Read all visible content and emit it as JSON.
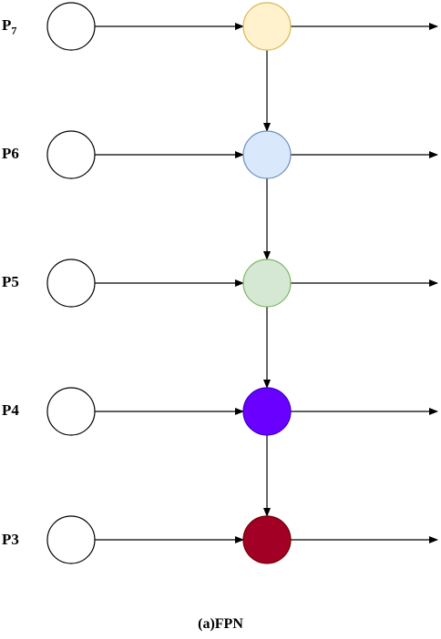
{
  "levels": [
    {
      "label": "P",
      "subscript": "7",
      "node_color": "#fff2cc",
      "node_border": "#d6b656"
    },
    {
      "label": "P6",
      "subscript": "",
      "node_color": "#dae8fc",
      "node_border": "#6c8ebf"
    },
    {
      "label": "P5",
      "subscript": "",
      "node_color": "#d5e8d4",
      "node_border": "#82b366"
    },
    {
      "label": "P4",
      "subscript": "",
      "node_color": "#6a00ff",
      "node_border": "#3700cc"
    },
    {
      "label": "P3",
      "subscript": "",
      "node_color": "#a20025",
      "node_border": "#6f0000"
    }
  ],
  "input_node": {
    "color": "#ffffff",
    "border": "#000000"
  },
  "caption": "(a)FPN"
}
